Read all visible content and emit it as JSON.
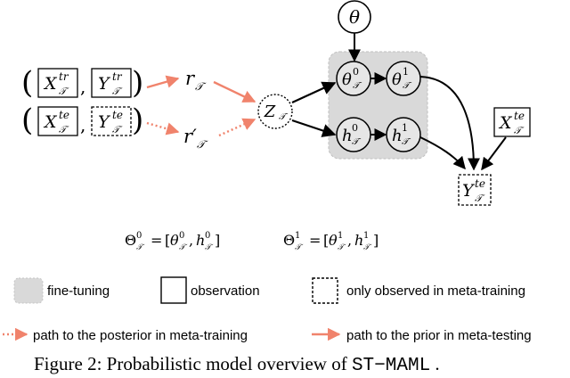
{
  "diagram": {
    "nodes": {
      "theta": {
        "base": "θ"
      },
      "x_tr": {
        "base": "X",
        "sup": "tr",
        "sub": "𝒯"
      },
      "y_tr": {
        "base": "Y",
        "sup": "tr",
        "sub": "𝒯"
      },
      "x_te": {
        "base": "X",
        "sup": "te",
        "sub": "𝒯"
      },
      "y_te_in": {
        "base": "Y",
        "sup": "te",
        "sub": "𝒯"
      },
      "comma": ",",
      "paren_open": "(",
      "paren_close": ")",
      "r": {
        "base": "r",
        "sub": "𝒯"
      },
      "r_prime": {
        "base": "r′",
        "sub": "𝒯"
      },
      "z": {
        "base": "Z",
        "sub": "𝒯"
      },
      "theta0": {
        "base": "θ",
        "sup": "0",
        "sub": "𝒯"
      },
      "theta1": {
        "base": "θ",
        "sup": "1",
        "sub": "𝒯"
      },
      "h0": {
        "base": "h",
        "sup": "0",
        "sub": "𝒯"
      },
      "h1": {
        "base": "h",
        "sup": "1",
        "sub": "𝒯"
      },
      "x_te_right": {
        "base": "X",
        "sup": "te",
        "sub": "𝒯"
      },
      "y_te_out": {
        "base": "Y",
        "sup": "te",
        "sub": "𝒯"
      }
    },
    "equations": {
      "eq0": {
        "lhs_base": "Θ",
        "lhs_sup": "0",
        "lhs_sub": "𝒯",
        "eq": "=",
        "open": "[",
        "a_base": "θ",
        "a_sup": "0",
        "a_sub": "𝒯",
        "sep": ",",
        "b_base": "h",
        "b_sup": "0",
        "b_sub": "𝒯",
        "close": "]"
      },
      "eq1": {
        "lhs_base": "Θ",
        "lhs_sup": "1",
        "lhs_sub": "𝒯",
        "eq": "=",
        "open": "[",
        "a_base": "θ",
        "a_sup": "1",
        "a_sub": "𝒯",
        "sep": ",",
        "b_base": "h",
        "b_sup": "1",
        "b_sub": "𝒯",
        "close": "]"
      }
    },
    "legend": {
      "fine_tuning": "fine-tuning",
      "observation": "observation",
      "meta_training_only": "only observed in meta-training",
      "posterior_path": "path to the posterior in meta-training",
      "prior_path": "path to the prior in meta-testing"
    },
    "caption": {
      "text": "Figure 2: Probabilistic model overview of ",
      "code": "ST−MAML",
      "end": " ."
    },
    "colors": {
      "salmon": "#f0836c",
      "fine_tuning_fill": "#d9d9d9",
      "black": "#000000"
    }
  }
}
